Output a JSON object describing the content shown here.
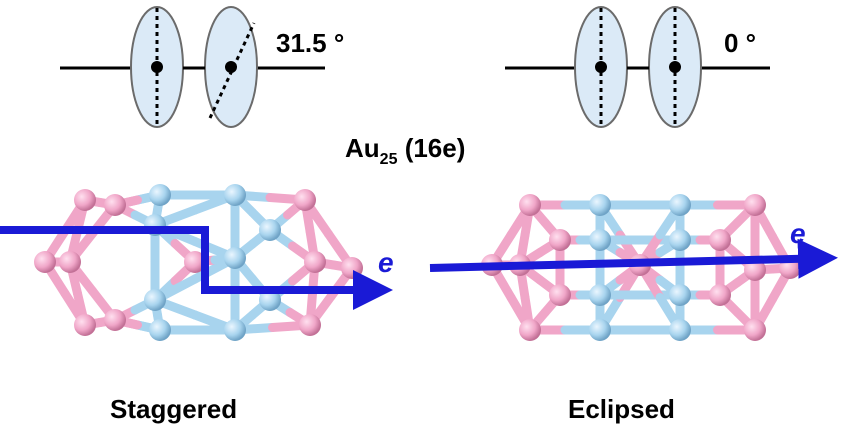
{
  "title": {
    "main": "Au",
    "sub": "25",
    "rest": " (16e)"
  },
  "panels": [
    {
      "id": "staggered",
      "angle_label": "31.5 °",
      "rotation_deg": 31.5,
      "name": "Staggered",
      "electron_label": "e"
    },
    {
      "id": "eclipsed",
      "angle_label": "0 °",
      "rotation_deg": 0,
      "name": "Eclipsed",
      "electron_label": "e"
    }
  ],
  "colors": {
    "gold_atom": "#f0a6c8",
    "bond_light": "#a8d4ee",
    "ellipse_fill": "#dbeaf7",
    "arrow": "#1a1ad6",
    "axis": "#000000"
  }
}
